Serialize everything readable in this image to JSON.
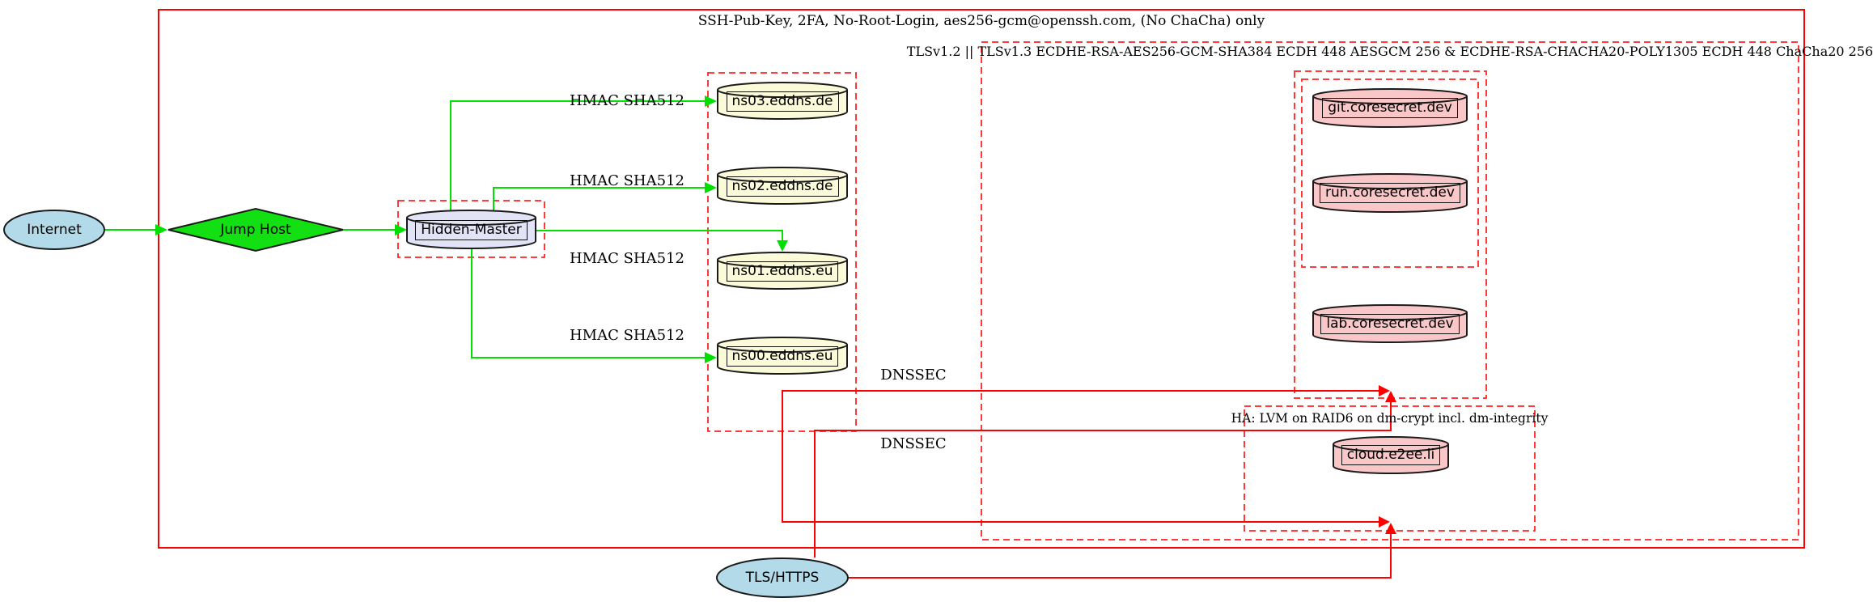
{
  "diagram": {
    "cluster_labels": {
      "ssh": "SSH-Pub-Key, 2FA, No-Root-Login, aes256-gcm@openssh.com, (No ChaCha) only",
      "tls": "TLSv1.2 || TLSv1.3 ECDHE-RSA-AES256-GCM-SHA384 ECDH 448 AESGCM 256 & ECDHE-RSA-CHACHA20-POLY1305 ECDH 448 ChaCha20 256",
      "ha": "HA: LVM on RAID6 on dm-crypt incl. dm-integrity"
    },
    "nodes": {
      "internet": "Internet",
      "jump_host": "Jump Host",
      "hidden_master": "Hidden-Master",
      "ns03": "ns03.eddns.de",
      "ns02": "ns02.eddns.de",
      "ns01": "ns01.eddns.eu",
      "ns00": "ns00.eddns.eu",
      "git": "git.coresecret.dev",
      "run": "run.coresecret.dev",
      "lab": "lab.coresecret.dev",
      "cloud": "cloud.e2ee.li",
      "tls_https": "TLS/HTTPS"
    },
    "edge_labels": {
      "hmac_ns03": "HMAC SHA512",
      "hmac_ns02": "HMAC SHA512",
      "hmac_ns01": "HMAC SHA512",
      "hmac_ns00": "HMAC SHA512",
      "dnssec_top": "DNSSEC",
      "dnssec_bottom": "DNSSEC"
    },
    "colors": {
      "edge_green": "#00E000",
      "edge_red": "#FF0000",
      "cluster_red": "#FF2222",
      "node_blue": "#B3DAE8",
      "node_green": "#12E012",
      "node_lavender": "#E3E3F7",
      "node_yellow": "#FBFBD9",
      "node_pink": "#F9C7C7",
      "outline": "#1A1A1A"
    }
  }
}
